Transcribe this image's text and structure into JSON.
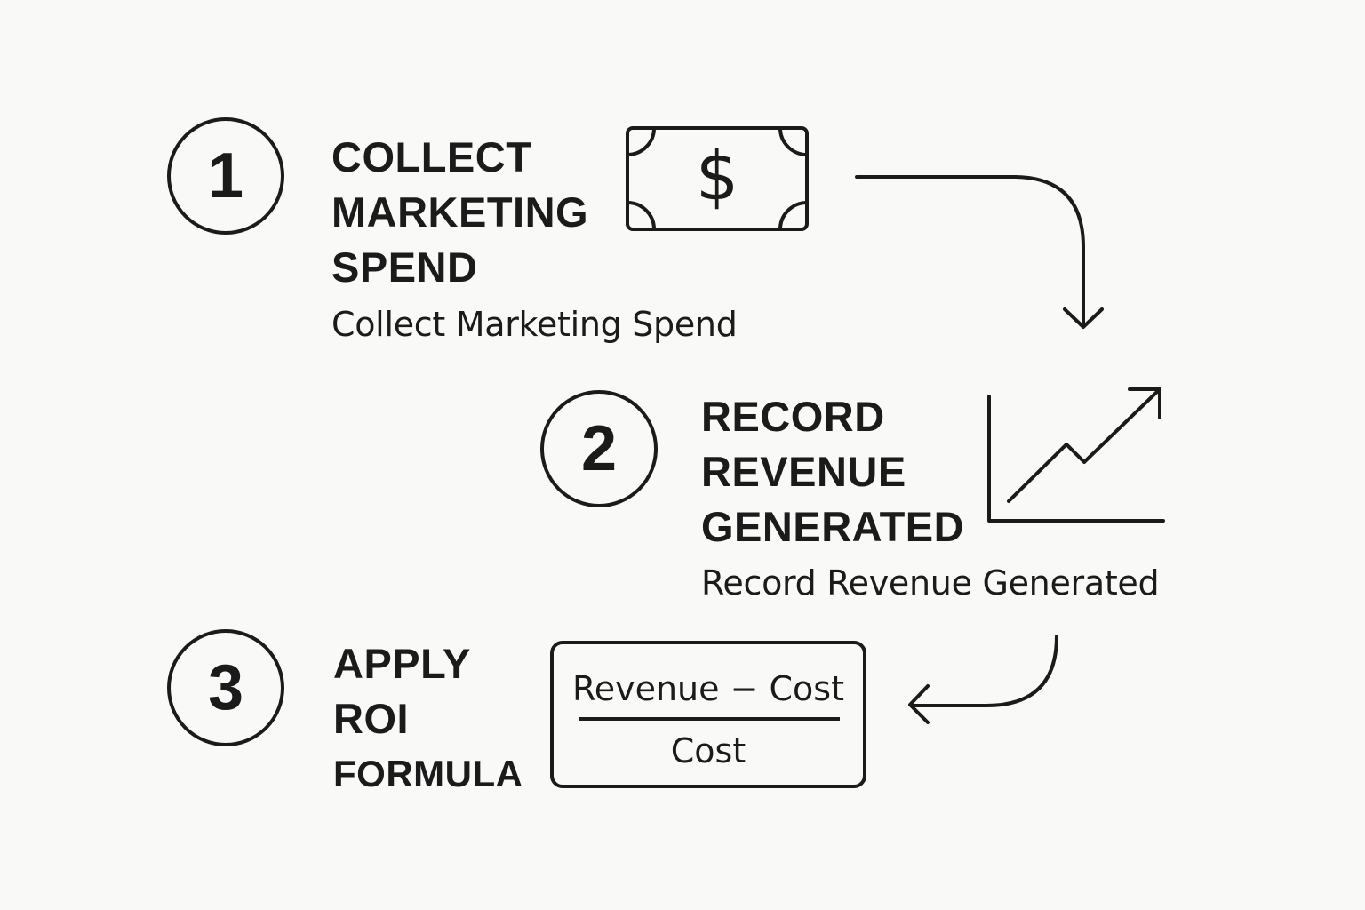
{
  "steps": [
    {
      "number": "1",
      "title_lines": [
        "COLLECT",
        "MARKETING",
        "SPEND"
      ],
      "subtitle": "Collect Marketing Spend",
      "icon": "dollar-bill-icon"
    },
    {
      "number": "2",
      "title_lines": [
        "RECORD",
        "REVENUE",
        "GENERATED"
      ],
      "subtitle": "Record Revenue Generated",
      "icon": "growth-chart-icon"
    },
    {
      "number": "3",
      "title_lines": [
        "APPLY",
        "ROI",
        "FORMULA"
      ],
      "formula": {
        "numerator": "Revenue − Cost",
        "denominator": "Cost"
      }
    }
  ],
  "icons": {
    "bill_symbol": "$"
  },
  "colors": {
    "background": "#f9f9f7",
    "ink": "#1b1b1b"
  }
}
